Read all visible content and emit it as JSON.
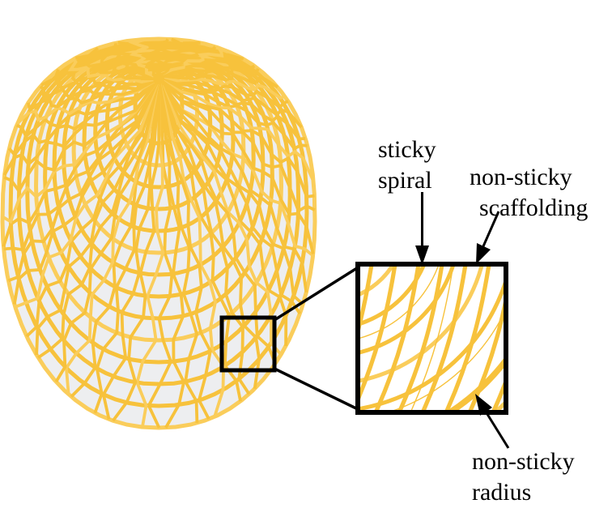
{
  "diagram": {
    "subject": "spider-web-structure",
    "labels": {
      "sticky_spiral": {
        "line1": "sticky",
        "line2": "spiral"
      },
      "non_sticky_scaffolding": {
        "line1": "non-sticky",
        "line2": "scaffolding"
      },
      "non_sticky_radius": {
        "line1": "non-sticky",
        "line2": "radius"
      }
    },
    "colors": {
      "silk": "#F7C23C",
      "silk_light": "#FACD5B",
      "web_fill": "#EDEEF0",
      "annotation": "#000000",
      "background": "#FFFFFF"
    }
  }
}
